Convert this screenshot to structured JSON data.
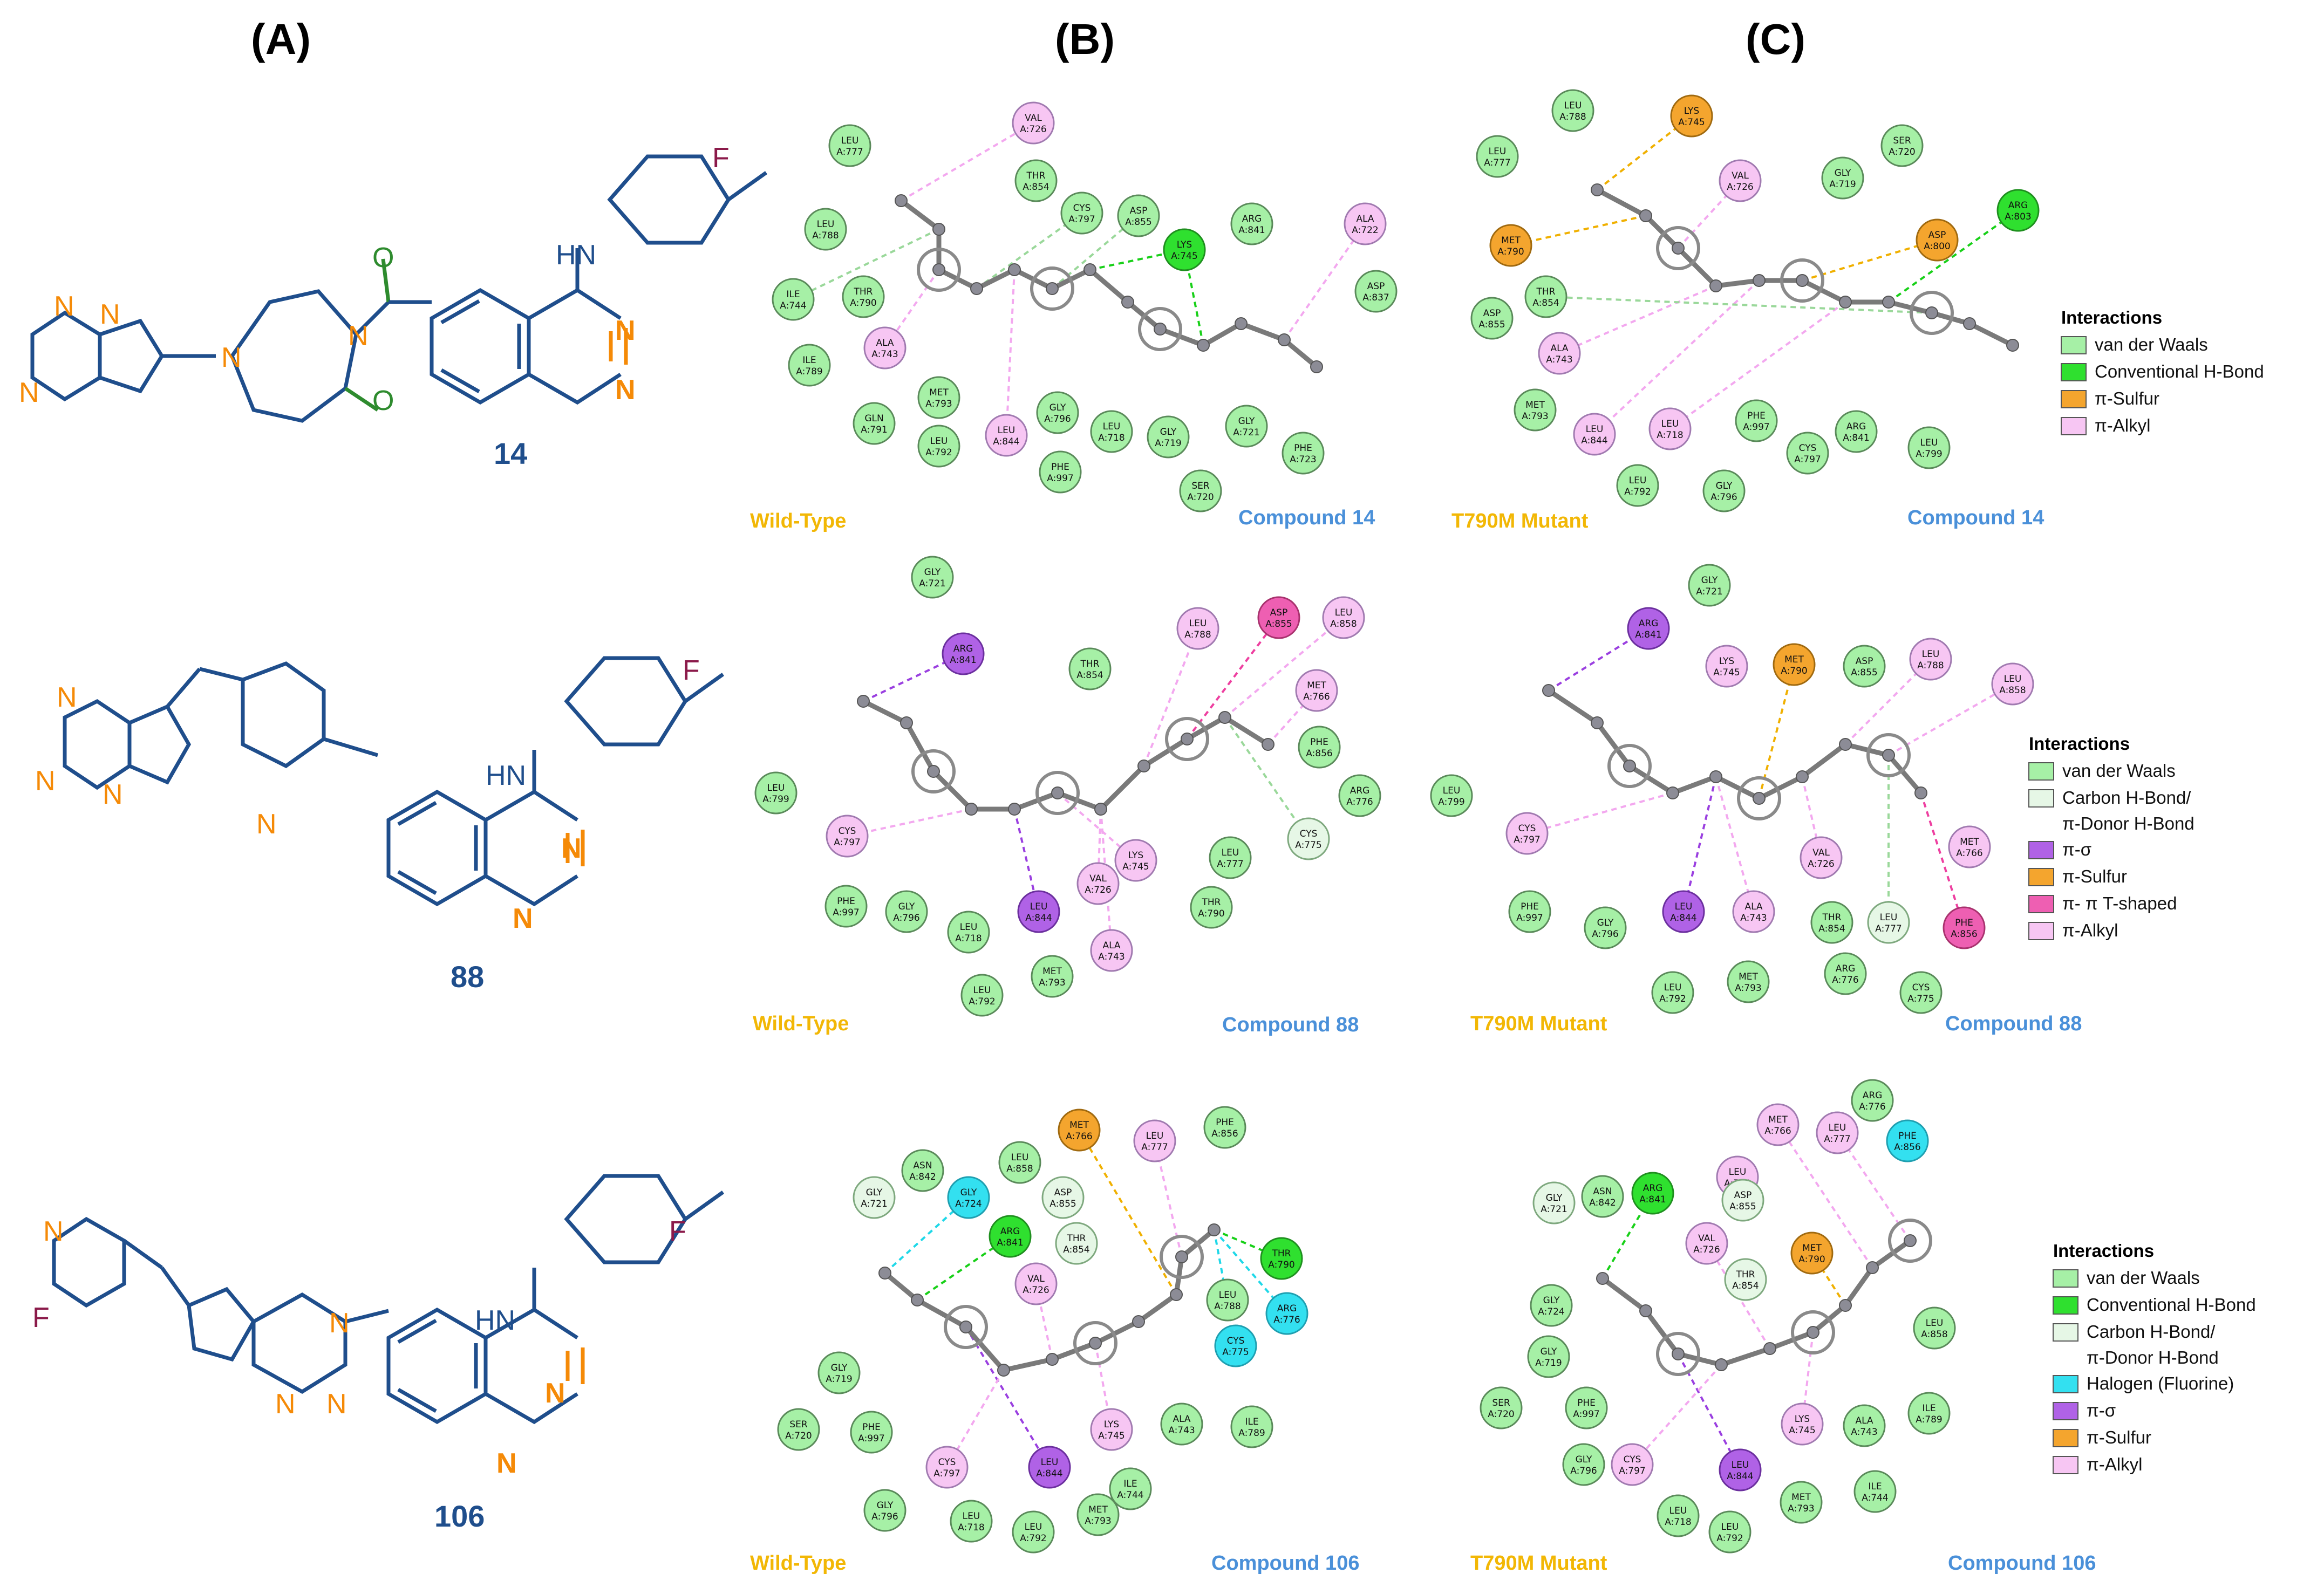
{
  "panel_labels": [
    "(A)",
    "(B)",
    "(C)"
  ],
  "compound_numbers": [
    "14",
    "88",
    "106"
  ],
  "state_labels": {
    "wild": "Wild-Type",
    "mutant": "T790M Mutant"
  },
  "compound_labels": [
    "Compound 14",
    "Compound 88",
    "Compound 106"
  ],
  "atoms": {
    "N": "N",
    "O": "O",
    "F": "F",
    "HN": "HN"
  },
  "colors": {
    "vdw": "#a6f0a6",
    "hbond": "#2fe02f",
    "carbon_hbond": "#e6f7e6",
    "halogen": "#33e0f0",
    "pi_sigma": "#b062e6",
    "pi_sulfur": "#f4a52e",
    "pi_pi_t": "#ee5fb2",
    "pi_alkyl": "#f7c6f3",
    "molecule_blue": "#1f4e8c",
    "nitrogen_orange": "#f58a07",
    "oxygen_green": "#2e8b2e",
    "fluorine": "#8b1a4a"
  },
  "legends": [
    {
      "title": "Interactions",
      "items": [
        "van der Waals",
        "Conventional H-Bond",
        "π-Sulfur",
        "π-Alkyl"
      ]
    },
    {
      "title": "Interactions",
      "items": [
        "van der Waals",
        "Carbon H-Bond/ π-Donor H-Bond",
        "π-σ",
        "π-Sulfur",
        "π- π T-shaped",
        "π-Alkyl"
      ]
    },
    {
      "title": "Interactions",
      "items": [
        "van der Waals",
        "Conventional H-Bond",
        "Carbon H-Bond/ π-Donor H-Bond",
        "Halogen (Fluorine)",
        "π-σ",
        "π-Sulfur",
        "π-Alkyl"
      ]
    }
  ],
  "legend_kinds": [
    [
      "vdw",
      "hbond",
      "pi_sulfur",
      "pi_alkyl"
    ],
    [
      "vdw",
      "carbon_hbond",
      "pi_sigma",
      "pi_sulfur",
      "pi_pi_t",
      "pi_alkyl"
    ],
    [
      "vdw",
      "hbond",
      "carbon_hbond",
      "halogen",
      "pi_sigma",
      "pi_sulfur",
      "pi_alkyl"
    ]
  ],
  "diagrams": [
    {
      "id": "b14",
      "residues": [
        {
          "name": "LEU",
          "num": "A:777",
          "kind": "vdw"
        },
        {
          "name": "VAL",
          "num": "A:726",
          "kind": "pi_alkyl"
        },
        {
          "name": "THR",
          "num": "A:854",
          "kind": "vdw"
        },
        {
          "name": "LEU",
          "num": "A:788",
          "kind": "vdw"
        },
        {
          "name": "CYS",
          "num": "A:797",
          "kind": "vdw"
        },
        {
          "name": "ASP",
          "num": "A:855",
          "kind": "vdw"
        },
        {
          "name": "LYS",
          "num": "A:745",
          "kind": "hbond"
        },
        {
          "name": "ARG",
          "num": "A:841",
          "kind": "vdw"
        },
        {
          "name": "ALA",
          "num": "A:722",
          "kind": "pi_alkyl"
        },
        {
          "name": "ILE",
          "num": "A:744",
          "kind": "vdw"
        },
        {
          "name": "THR",
          "num": "A:790",
          "kind": "vdw"
        },
        {
          "name": "ASP",
          "num": "A:837",
          "kind": "vdw"
        },
        {
          "name": "ILE",
          "num": "A:789",
          "kind": "vdw"
        },
        {
          "name": "ALA",
          "num": "A:743",
          "kind": "pi_alkyl"
        },
        {
          "name": "MET",
          "num": "A:793",
          "kind": "vdw"
        },
        {
          "name": "GLN",
          "num": "A:791",
          "kind": "vdw"
        },
        {
          "name": "LEU",
          "num": "A:792",
          "kind": "vdw"
        },
        {
          "name": "LEU",
          "num": "A:844",
          "kind": "pi_alkyl"
        },
        {
          "name": "GLY",
          "num": "A:796",
          "kind": "vdw"
        },
        {
          "name": "LEU",
          "num": "A:718",
          "kind": "vdw"
        },
        {
          "name": "GLY",
          "num": "A:719",
          "kind": "vdw"
        },
        {
          "name": "GLY",
          "num": "A:721",
          "kind": "vdw"
        },
        {
          "name": "PHE",
          "num": "A:723",
          "kind": "vdw"
        },
        {
          "name": "PHE",
          "num": "A:997",
          "kind": "vdw"
        },
        {
          "name": "SER",
          "num": "A:720",
          "kind": "vdw"
        }
      ]
    },
    {
      "id": "c14",
      "residues": [
        {
          "name": "LEU",
          "num": "A:788",
          "kind": "vdw"
        },
        {
          "name": "LYS",
          "num": "A:745",
          "kind": "pi_sulfur"
        },
        {
          "name": "LEU",
          "num": "A:777",
          "kind": "vdw"
        },
        {
          "name": "SER",
          "num": "A:720",
          "kind": "vdw"
        },
        {
          "name": "VAL",
          "num": "A:726",
          "kind": "pi_alkyl"
        },
        {
          "name": "GLY",
          "num": "A:719",
          "kind": "vdw"
        },
        {
          "name": "ARG",
          "num": "A:803",
          "kind": "hbond"
        },
        {
          "name": "MET",
          "num": "A:790",
          "kind": "pi_sulfur"
        },
        {
          "name": "ASP",
          "num": "A:800",
          "kind": "pi_sulfur"
        },
        {
          "name": "ASP",
          "num": "A:855",
          "kind": "vdw"
        },
        {
          "name": "THR",
          "num": "A:854",
          "kind": "vdw"
        },
        {
          "name": "ALA",
          "num": "A:743",
          "kind": "pi_alkyl"
        },
        {
          "name": "MET",
          "num": "A:793",
          "kind": "vdw"
        },
        {
          "name": "LEU",
          "num": "A:844",
          "kind": "pi_alkyl"
        },
        {
          "name": "LEU",
          "num": "A:718",
          "kind": "pi_alkyl"
        },
        {
          "name": "PHE",
          "num": "A:997",
          "kind": "vdw"
        },
        {
          "name": "ARG",
          "num": "A:841",
          "kind": "vdw"
        },
        {
          "name": "LEU",
          "num": "A:799",
          "kind": "vdw"
        },
        {
          "name": "CYS",
          "num": "A:797",
          "kind": "vdw"
        },
        {
          "name": "LEU",
          "num": "A:792",
          "kind": "vdw"
        },
        {
          "name": "GLY",
          "num": "A:796",
          "kind": "vdw"
        }
      ]
    },
    {
      "id": "b88",
      "residues": [
        {
          "name": "GLY",
          "num": "A:721",
          "kind": "vdw"
        },
        {
          "name": "ARG",
          "num": "A:841",
          "kind": "pi_sigma"
        },
        {
          "name": "THR",
          "num": "A:854",
          "kind": "vdw"
        },
        {
          "name": "LEU",
          "num": "A:788",
          "kind": "pi_alkyl"
        },
        {
          "name": "ASP",
          "num": "A:855",
          "kind": "pi_pi_t"
        },
        {
          "name": "LEU",
          "num": "A:858",
          "kind": "pi_alkyl"
        },
        {
          "name": "MET",
          "num": "A:766",
          "kind": "pi_alkyl"
        },
        {
          "name": "PHE",
          "num": "A:856",
          "kind": "vdw"
        },
        {
          "name": "ARG",
          "num": "A:776",
          "kind": "vdw"
        },
        {
          "name": "LEU",
          "num": "A:799",
          "kind": "vdw"
        },
        {
          "name": "CYS",
          "num": "A:797",
          "kind": "pi_alkyl"
        },
        {
          "name": "CYS",
          "num": "A:775",
          "kind": "carbon_hbond"
        },
        {
          "name": "LYS",
          "num": "A:745",
          "kind": "pi_alkyl"
        },
        {
          "name": "LEU",
          "num": "A:777",
          "kind": "vdw"
        },
        {
          "name": "PHE",
          "num": "A:997",
          "kind": "vdw"
        },
        {
          "name": "GLY",
          "num": "A:796",
          "kind": "vdw"
        },
        {
          "name": "LEU",
          "num": "A:718",
          "kind": "vdw"
        },
        {
          "name": "LEU",
          "num": "A:844",
          "kind": "pi_sigma"
        },
        {
          "name": "VAL",
          "num": "A:726",
          "kind": "pi_alkyl"
        },
        {
          "name": "THR",
          "num": "A:790",
          "kind": "vdw"
        },
        {
          "name": "ALA",
          "num": "A:743",
          "kind": "pi_alkyl"
        },
        {
          "name": "LEU",
          "num": "A:792",
          "kind": "vdw"
        },
        {
          "name": "MET",
          "num": "A:793",
          "kind": "vdw"
        }
      ]
    },
    {
      "id": "c88",
      "residues": [
        {
          "name": "GLY",
          "num": "A:721",
          "kind": "vdw"
        },
        {
          "name": "ARG",
          "num": "A:841",
          "kind": "pi_sigma"
        },
        {
          "name": "LYS",
          "num": "A:745",
          "kind": "pi_alkyl"
        },
        {
          "name": "MET",
          "num": "A:790",
          "kind": "pi_sulfur"
        },
        {
          "name": "ASP",
          "num": "A:855",
          "kind": "vdw"
        },
        {
          "name": "LEU",
          "num": "A:788",
          "kind": "pi_alkyl"
        },
        {
          "name": "LEU",
          "num": "A:858",
          "kind": "pi_alkyl"
        },
        {
          "name": "LEU",
          "num": "A:799",
          "kind": "vdw"
        },
        {
          "name": "CYS",
          "num": "A:797",
          "kind": "pi_alkyl"
        },
        {
          "name": "MET",
          "num": "A:766",
          "kind": "pi_alkyl"
        },
        {
          "name": "VAL",
          "num": "A:726",
          "kind": "pi_alkyl"
        },
        {
          "name": "PHE",
          "num": "A:997",
          "kind": "vdw"
        },
        {
          "name": "GLY",
          "num": "A:796",
          "kind": "vdw"
        },
        {
          "name": "LEU",
          "num": "A:844",
          "kind": "pi_sigma"
        },
        {
          "name": "ALA",
          "num": "A:743",
          "kind": "pi_alkyl"
        },
        {
          "name": "THR",
          "num": "A:854",
          "kind": "vdw"
        },
        {
          "name": "LEU",
          "num": "A:777",
          "kind": "carbon_hbond"
        },
        {
          "name": "PHE",
          "num": "A:856",
          "kind": "pi_pi_t"
        },
        {
          "name": "LEU",
          "num": "A:792",
          "kind": "vdw"
        },
        {
          "name": "MET",
          "num": "A:793",
          "kind": "vdw"
        },
        {
          "name": "ARG",
          "num": "A:776",
          "kind": "vdw"
        },
        {
          "name": "CYS",
          "num": "A:775",
          "kind": "vdw"
        }
      ]
    },
    {
      "id": "b106",
      "residues": [
        {
          "name": "MET",
          "num": "A:766",
          "kind": "pi_sulfur"
        },
        {
          "name": "LEU",
          "num": "A:777",
          "kind": "pi_alkyl"
        },
        {
          "name": "PHE",
          "num": "A:856",
          "kind": "vdw"
        },
        {
          "name": "ASN",
          "num": "A:842",
          "kind": "vdw"
        },
        {
          "name": "LEU",
          "num": "A:858",
          "kind": "vdw"
        },
        {
          "name": "GLY",
          "num": "A:721",
          "kind": "carbon_hbond"
        },
        {
          "name": "GLY",
          "num": "A:724",
          "kind": "halogen"
        },
        {
          "name": "ASP",
          "num": "A:855",
          "kind": "carbon_hbond"
        },
        {
          "name": "ARG",
          "num": "A:841",
          "kind": "hbond"
        },
        {
          "name": "THR",
          "num": "A:854",
          "kind": "carbon_hbond"
        },
        {
          "name": "THR",
          "num": "A:790",
          "kind": "hbond"
        },
        {
          "name": "VAL",
          "num": "A:726",
          "kind": "pi_alkyl"
        },
        {
          "name": "LEU",
          "num": "A:788",
          "kind": "vdw"
        },
        {
          "name": "ARG",
          "num": "A:776",
          "kind": "halogen"
        },
        {
          "name": "CYS",
          "num": "A:775",
          "kind": "halogen"
        },
        {
          "name": "GLY",
          "num": "A:719",
          "kind": "vdw"
        },
        {
          "name": "SER",
          "num": "A:720",
          "kind": "vdw"
        },
        {
          "name": "PHE",
          "num": "A:997",
          "kind": "vdw"
        },
        {
          "name": "ALA",
          "num": "A:743",
          "kind": "vdw"
        },
        {
          "name": "ILE",
          "num": "A:789",
          "kind": "vdw"
        },
        {
          "name": "LYS",
          "num": "A:745",
          "kind": "pi_alkyl"
        },
        {
          "name": "CYS",
          "num": "A:797",
          "kind": "pi_alkyl"
        },
        {
          "name": "LEU",
          "num": "A:844",
          "kind": "pi_sigma"
        },
        {
          "name": "ILE",
          "num": "A:744",
          "kind": "vdw"
        },
        {
          "name": "GLY",
          "num": "A:796",
          "kind": "vdw"
        },
        {
          "name": "LEU",
          "num": "A:718",
          "kind": "vdw"
        },
        {
          "name": "MET",
          "num": "A:793",
          "kind": "vdw"
        },
        {
          "name": "LEU",
          "num": "A:792",
          "kind": "vdw"
        }
      ]
    },
    {
      "id": "c106",
      "residues": [
        {
          "name": "ARG",
          "num": "A:776",
          "kind": "vdw"
        },
        {
          "name": "MET",
          "num": "A:766",
          "kind": "pi_alkyl"
        },
        {
          "name": "LEU",
          "num": "A:777",
          "kind": "pi_alkyl"
        },
        {
          "name": "PHE",
          "num": "A:856",
          "kind": "halogen"
        },
        {
          "name": "GLY",
          "num": "A:721",
          "kind": "carbon_hbond"
        },
        {
          "name": "ASN",
          "num": "A:842",
          "kind": "vdw"
        },
        {
          "name": "ARG",
          "num": "A:841",
          "kind": "hbond"
        },
        {
          "name": "LEU",
          "num": "A:788",
          "kind": "pi_alkyl"
        },
        {
          "name": "ASP",
          "num": "A:855",
          "kind": "carbon_hbond"
        },
        {
          "name": "VAL",
          "num": "A:726",
          "kind": "pi_alkyl"
        },
        {
          "name": "THR",
          "num": "A:854",
          "kind": "carbon_hbond"
        },
        {
          "name": "MET",
          "num": "A:790",
          "kind": "pi_sulfur"
        },
        {
          "name": "GLY",
          "num": "A:724",
          "kind": "vdw"
        },
        {
          "name": "LEU",
          "num": "A:858",
          "kind": "vdw"
        },
        {
          "name": "GLY",
          "num": "A:719",
          "kind": "vdw"
        },
        {
          "name": "SER",
          "num": "A:720",
          "kind": "vdw"
        },
        {
          "name": "PHE",
          "num": "A:997",
          "kind": "vdw"
        },
        {
          "name": "ILE",
          "num": "A:789",
          "kind": "vdw"
        },
        {
          "name": "LYS",
          "num": "A:745",
          "kind": "pi_alkyl"
        },
        {
          "name": "ALA",
          "num": "A:743",
          "kind": "vdw"
        },
        {
          "name": "GLY",
          "num": "A:796",
          "kind": "vdw"
        },
        {
          "name": "CYS",
          "num": "A:797",
          "kind": "pi_alkyl"
        },
        {
          "name": "LEU",
          "num": "A:844",
          "kind": "pi_sigma"
        },
        {
          "name": "MET",
          "num": "A:793",
          "kind": "vdw"
        },
        {
          "name": "ILE",
          "num": "A:744",
          "kind": "vdw"
        },
        {
          "name": "LEU",
          "num": "A:718",
          "kind": "vdw"
        },
        {
          "name": "LEU",
          "num": "A:792",
          "kind": "vdw"
        }
      ]
    }
  ]
}
